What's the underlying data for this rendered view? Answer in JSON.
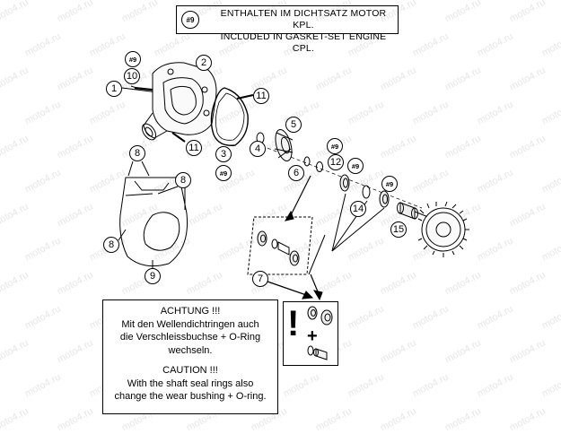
{
  "watermark": "moto4.ru",
  "legend": {
    "ref_tag": "#9",
    "line1": "ENTHALTEN IM DICHTSATZ MOTOR KPL.",
    "line2": "INCLUDED IN GASKET-SET ENGINE CPL."
  },
  "callouts": {
    "c1": "1",
    "c2": "2",
    "c3": "3",
    "c4": "4",
    "c5": "5",
    "c6": "6",
    "c7": "7",
    "c8a": "8",
    "c8b": "8",
    "c8c": "8",
    "c9": "9",
    "c10": "10",
    "c11a": "11",
    "c11b": "11",
    "c12": "12",
    "c14": "14",
    "c15": "15"
  },
  "ref_marks": {
    "r_top": "#9",
    "r_mid": "#9",
    "r_12": "#9",
    "r_13": "#9",
    "r_14": "#9"
  },
  "notice": {
    "de_title": "ACHTUNG !!!",
    "de_line1": "Mit den Wellendichtringen auch",
    "de_line2": "die Verschleissbuchse + O-Ring",
    "de_line3": "wechseln.",
    "en_title": "CAUTION !!!",
    "en_line1": "With the shaft seal rings also",
    "en_line2": "change the wear bushing + O-ring."
  },
  "kit": {
    "exclaim": "!",
    "plus": "+"
  }
}
